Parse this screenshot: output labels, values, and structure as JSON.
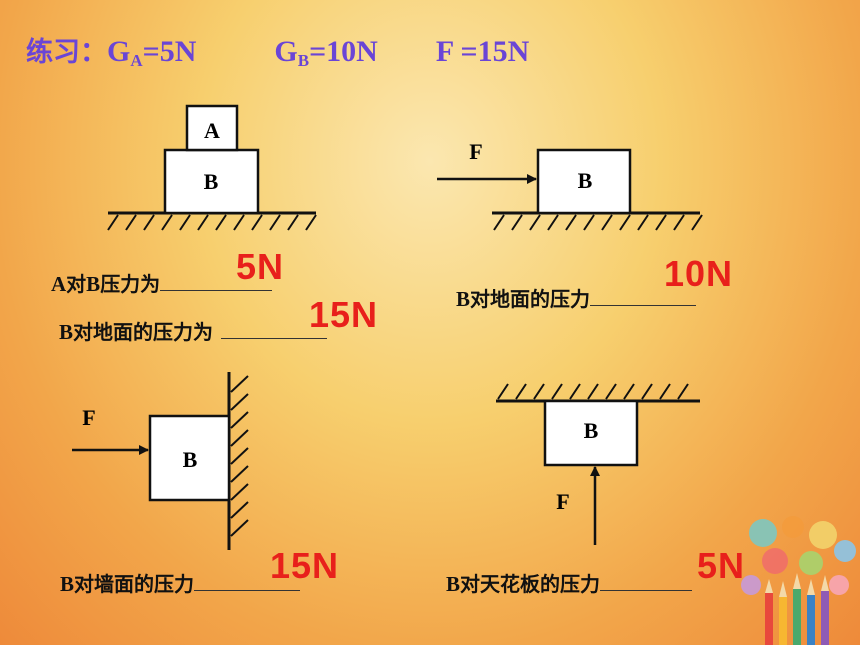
{
  "title": {
    "lead": "练习：",
    "ga_symbol": "G",
    "ga_sub": "A",
    "ga_value": "=5N",
    "gb_symbol": "G",
    "gb_sub": "B",
    "gb_value": "=10N",
    "f_text": "F =15N"
  },
  "diagrams": {
    "d1": {
      "top_block": "A",
      "bottom_block": "B"
    },
    "d2": {
      "block": "B",
      "force": "F"
    },
    "d3": {
      "block": "B",
      "force": "F"
    },
    "d4": {
      "block": "B",
      "force": "F"
    }
  },
  "questions": {
    "q1": {
      "lead": "A",
      "mid": "对",
      "lead2": "B",
      "rest": "压力为",
      "answer": "5N"
    },
    "q2": {
      "lead": "B",
      "rest": "对地面的压力为",
      "answer": "15N"
    },
    "q3": {
      "lead": "B",
      "rest": "对地面的压力",
      "answer": "10N"
    },
    "q4": {
      "lead": "B",
      "rest": "对墙面的压力",
      "answer": "15N"
    },
    "q5": {
      "lead": "B",
      "rest": "对天花板的压力",
      "answer": "5N"
    }
  },
  "colors": {
    "title": "#6a45d6",
    "answer": "#e8201b"
  }
}
